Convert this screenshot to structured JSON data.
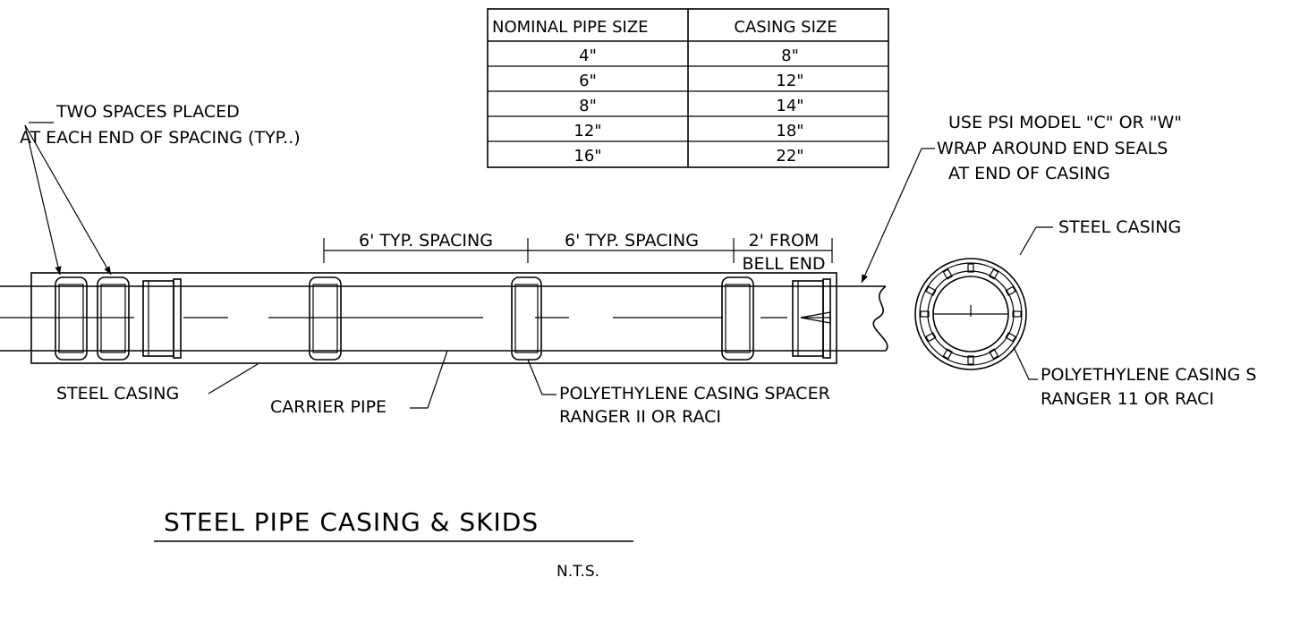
{
  "table": {
    "headers": [
      "NOMINAL PIPE SIZE",
      "CASING SIZE"
    ],
    "rows": [
      [
        "4\"",
        "8\""
      ],
      [
        "6\"",
        "12\""
      ],
      [
        "8\"",
        "14\""
      ],
      [
        "12\"",
        "18\""
      ],
      [
        "16\"",
        "22\""
      ]
    ]
  },
  "labels": {
    "spacers_note_line1": "TWO SPACES PLACED",
    "spacers_note_line2": "AT EACH END OF SPACING (TYP..)",
    "end_seal_line1": "USE PSI MODEL \"C\" OR \"W\"",
    "end_seal_line2": "WRAP AROUND END SEALS",
    "end_seal_line3": "AT END OF CASING",
    "spacing_1": "6' TYP. SPACING",
    "spacing_2": "6' TYP. SPACING",
    "bell_line1": "2' FROM",
    "bell_line2": "BELL END",
    "steel_casing_left": "STEEL CASING",
    "carrier_pipe": "CARRIER PIPE",
    "spacer_line1": "POLYETHYLENE CASING SPACER",
    "spacer_line2": "RANGER II OR RACI",
    "steel_casing_right": "STEEL CASING",
    "section_spacer_line1": "POLYETHYLENE CASING S",
    "section_spacer_line2": "RANGER 11 OR RACI"
  },
  "title": {
    "main": "STEEL PIPE CASING & SKIDS",
    "scale": "N.T.S."
  }
}
